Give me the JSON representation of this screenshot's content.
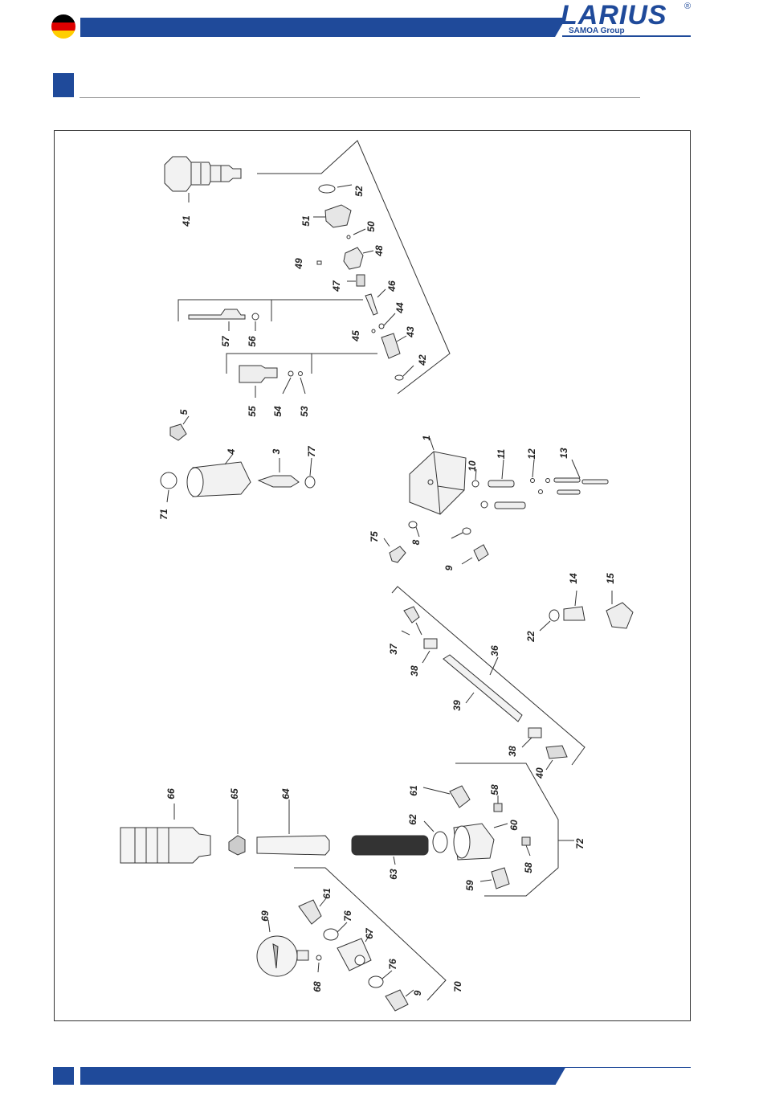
{
  "header": {
    "brand": "LARIUS",
    "registered": "®",
    "group": "SAMOA Group",
    "flag_colors": [
      "#000000",
      "#dd0000",
      "#ffce00"
    ],
    "accent": "#1f4a9a"
  },
  "parts": [
    "1",
    "3",
    "4",
    "5",
    "8",
    "9",
    "10",
    "11",
    "12",
    "13",
    "14",
    "15",
    "22",
    "36",
    "37",
    "38",
    "38",
    "39",
    "40",
    "41",
    "42",
    "43",
    "44",
    "45",
    "46",
    "47",
    "48",
    "49",
    "50",
    "51",
    "52",
    "53",
    "54",
    "55",
    "56",
    "57",
    "58",
    "58",
    "59",
    "60",
    "61",
    "61",
    "62",
    "63",
    "64",
    "65",
    "66",
    "67",
    "68",
    "69",
    "70",
    "71",
    "72",
    "75",
    "76",
    "76",
    "77",
    "9"
  ]
}
